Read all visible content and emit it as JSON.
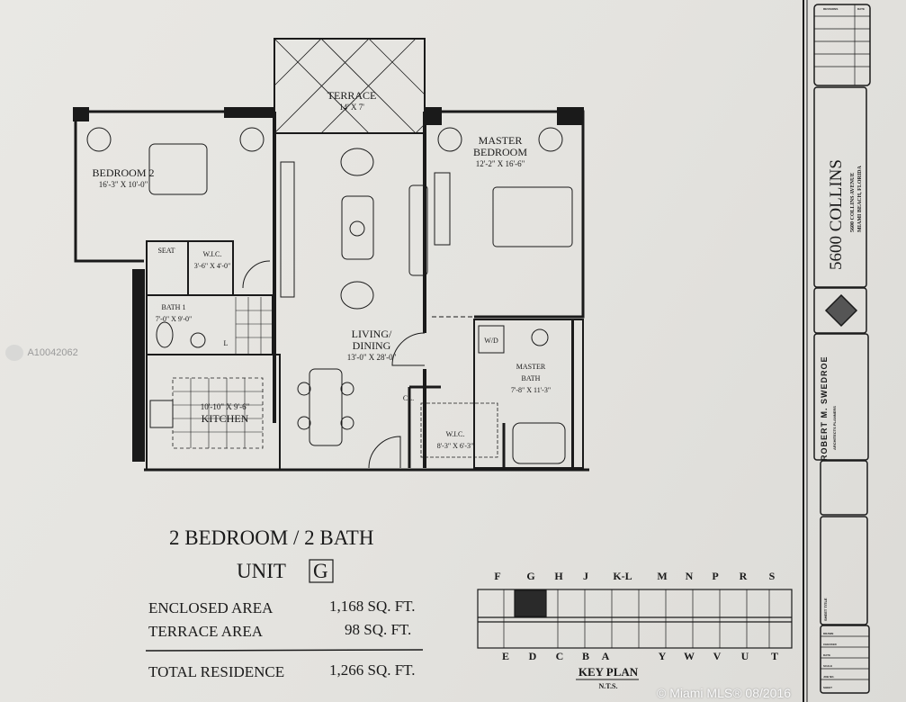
{
  "rooms": {
    "terrace": {
      "name": "TERRACE",
      "dim": "14' X 7'"
    },
    "bedroom2": {
      "name": "BEDROOM 2",
      "dim": "16'-3\" X 10'-0\""
    },
    "master": {
      "name1": "MASTER",
      "name2": "BEDROOM",
      "dim": "12'-2\" X 16'-6\""
    },
    "living": {
      "name1": "LIVING/",
      "name2": "DINING",
      "dim": "13'-0\" X 28'-0\""
    },
    "wic1": {
      "name": "W.I.C.",
      "dim": "3'-6\" X 4'-0\""
    },
    "seat": "SEAT",
    "bath1": {
      "name": "BATH 1",
      "dim": "7'-0\" X 9'-0\""
    },
    "linen": "L",
    "kitchen": {
      "name": "KITCHEN",
      "dim": "10'-10\" X 9'-6\""
    },
    "wd": "W/D",
    "closet": "CL.",
    "master_bath": {
      "name1": "MASTER",
      "name2": "BATH",
      "dim": "7'-8\" X 11'-3\""
    },
    "wic2": {
      "name": "W.I.C.",
      "dim": "8'-3\" X 6'-3\""
    }
  },
  "summary": {
    "title": "2 BEDROOM / 2 BATH",
    "unit_label": "UNIT",
    "unit": "G",
    "rows": [
      {
        "label": "ENCLOSED AREA",
        "value": "1,168 SQ. FT."
      },
      {
        "label": "TERRACE AREA",
        "value": "98 SQ. FT."
      }
    ],
    "total": {
      "label": "TOTAL RESIDENCE",
      "value": "1,266 SQ. FT."
    }
  },
  "key_plan": {
    "title": "KEY PLAN",
    "subtitle": "N.T.S.",
    "top_units": [
      "F",
      "G",
      "H",
      "J",
      "K-L",
      "M",
      "N",
      "P",
      "R",
      "S"
    ],
    "bottom_units": [
      "E",
      "D",
      "C",
      "B",
      "A",
      "Y",
      "W",
      "V",
      "U",
      "T"
    ],
    "highlighted": "G"
  },
  "title_block": {
    "project": "5600 COLLINS",
    "address1": "5600 COLLINS AVENUE",
    "address2": "MIAMI BEACH, FLORIDA",
    "architect": "ROBERT M. SWEDROE",
    "firm": "ARCHITECTS  PLANNERS",
    "revisions": "REVISIONS",
    "date": "DATE",
    "sheet_title": "SHEET TITLE",
    "fields": [
      "DRAWN",
      "CHECKED",
      "DATE",
      "SCALE",
      "JOB NO.",
      "SHEET"
    ]
  },
  "watermarks": {
    "listing_id": "A10042062",
    "copyright": "© Miami MLS® 08/2016"
  }
}
